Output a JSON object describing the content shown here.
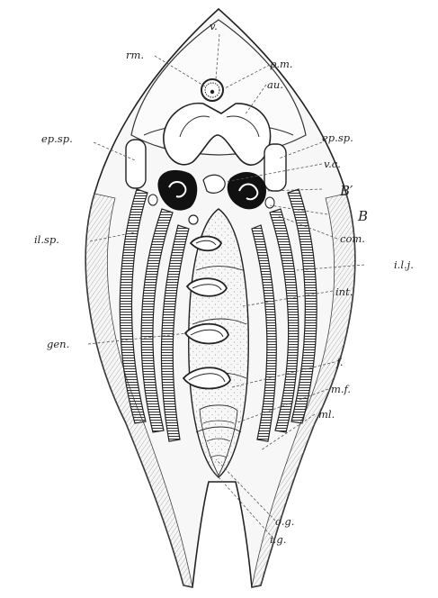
{
  "figure": {
    "labels": {
      "v": "v.",
      "rm": "rm.",
      "pm": "p.m.",
      "au": "au.",
      "ep_sp_left": "ep.sp.",
      "ep_sp_right": "ep.sp.",
      "vc": "v.c.",
      "B_prime": "B′",
      "B": "B",
      "il_sp": "il.sp.",
      "com": "com.",
      "ilj": "i.l.j.",
      "int": "int.",
      "gen": "gen.",
      "f": "f.",
      "mf": "m.f.",
      "ml": "ml.",
      "og": "o.g.",
      "ig": "i.g."
    }
  }
}
